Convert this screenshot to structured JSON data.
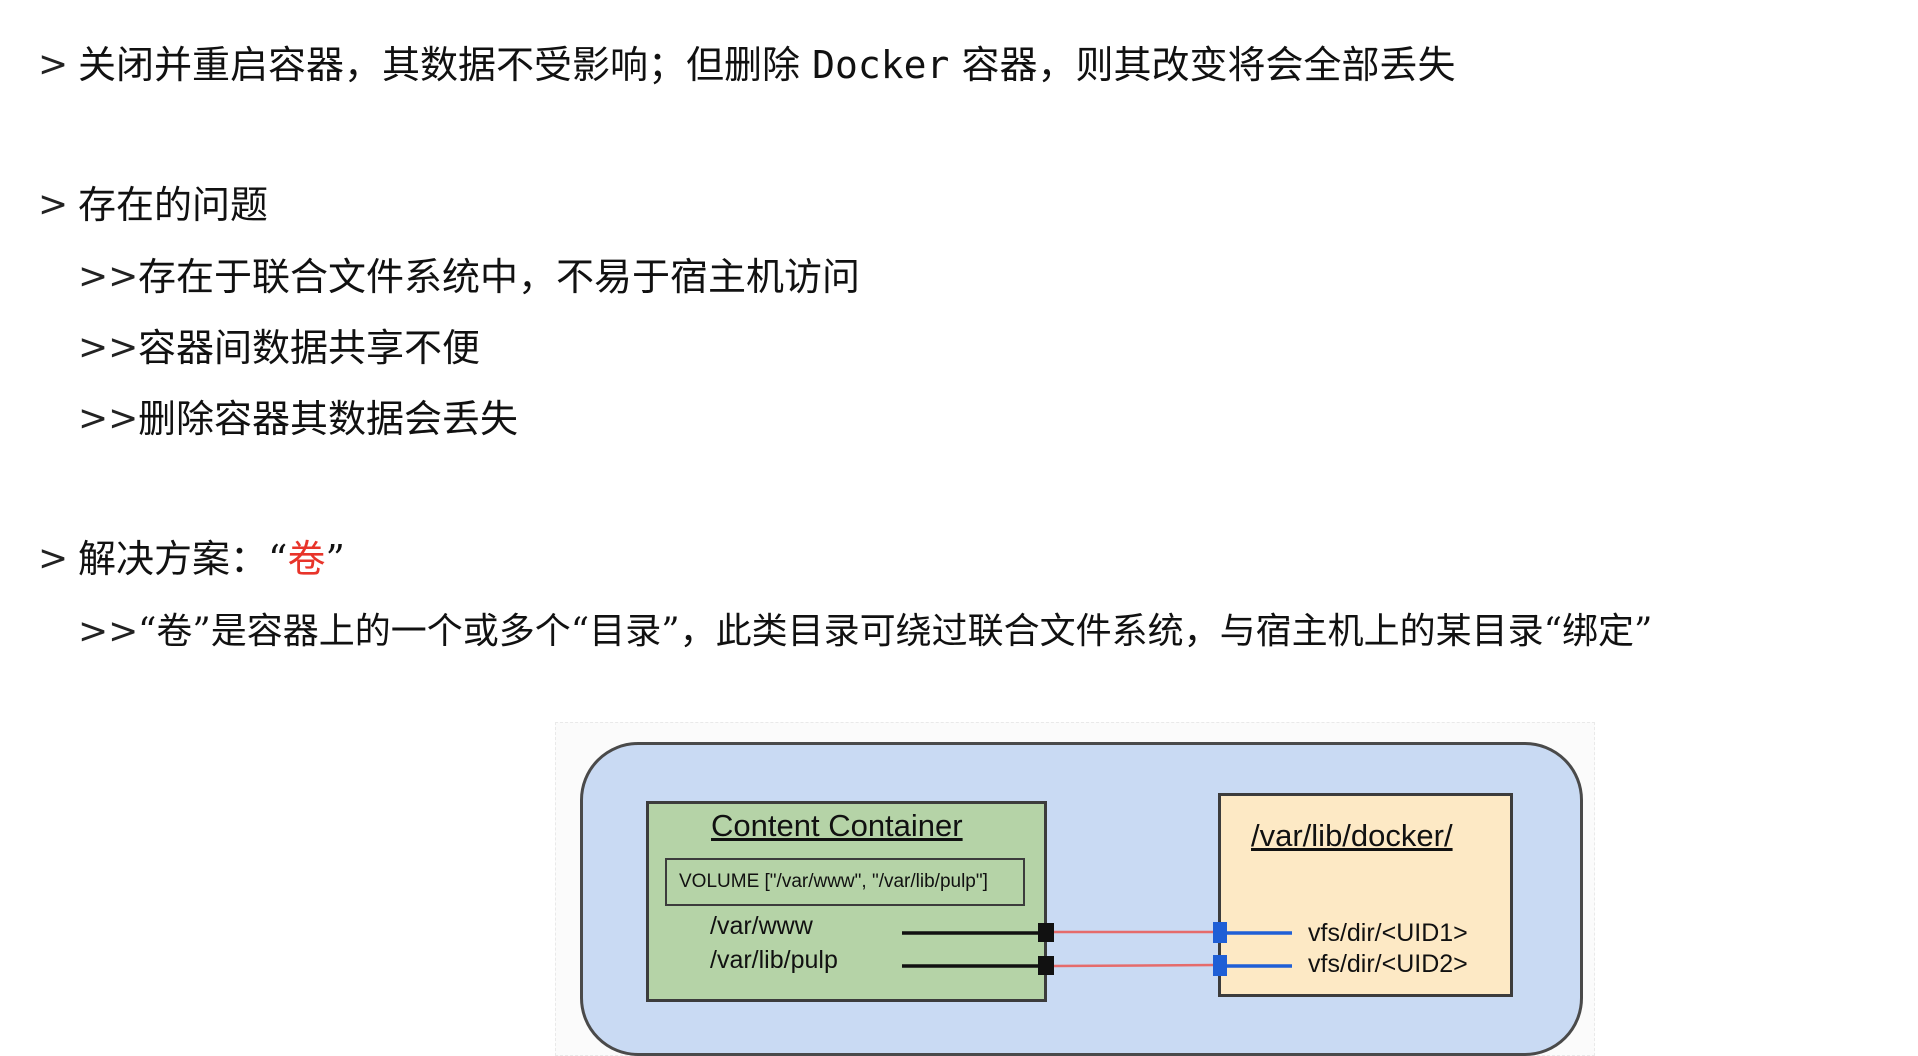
{
  "bullets": {
    "marker_l1": ">",
    "marker_l2": ">>",
    "line1": {
      "part1": "关闭并重启容器，其数据不受影响；但删除 ",
      "code": "Docker",
      "part2": " 容器，则其改变将会全部丢失"
    },
    "problems": {
      "heading": "存在的问题",
      "items": [
        "存在于联合文件系统中，不易于宿主机访问",
        "容器间数据共享不便",
        "删除容器其数据会丢失"
      ]
    },
    "solution": {
      "heading_prefix": "解决方案：“",
      "heading_highlight": "卷",
      "heading_suffix": "”",
      "detail": "“卷”是容器上的一个或多个“目录”，此类目录可绕过联合文件系统，与宿主机上的某目录“绑定”"
    }
  },
  "diagram": {
    "container_title": "Content Container",
    "volume_decl": "VOLUME [\"/var/www\", \"/var/lib/pulp\"]",
    "container_paths": [
      "/var/www",
      "/var/lib/pulp"
    ],
    "host_title": "/var/lib/docker/",
    "host_paths": [
      "vfs/dir/<UID1>",
      "vfs/dir/<UID2>"
    ],
    "colors": {
      "outer_fill": "#c9daf3",
      "container_fill": "#b5d3a7",
      "host_fill": "#fde9c5",
      "link_line": "#e56b6b",
      "host_connector": "#1f5fd6",
      "highlight_text": "#e8342a"
    }
  }
}
